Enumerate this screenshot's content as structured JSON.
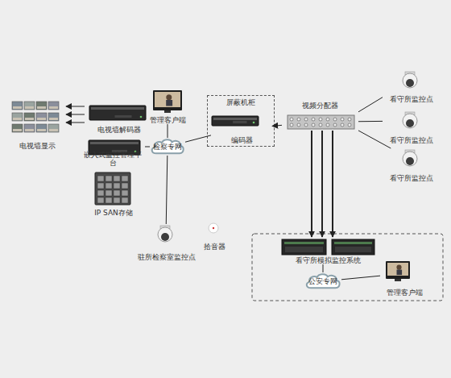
{
  "diagram": {
    "nodes": [
      {
        "text": [
          "电视墙显示"
        ]
      },
      {
        "text": [
          "电视墙解码器"
        ]
      },
      {
        "text": [
          "管理客户端"
        ]
      },
      {
        "text": [
          "嵌入式监控管理平台"
        ]
      },
      {
        "text": [
          "IP SAN存储"
        ]
      },
      {
        "text": [
          "检察专网"
        ]
      },
      {
        "text": [
          "驻所检察室监控点"
        ]
      },
      {
        "text": [
          "拾音器"
        ]
      },
      {
        "text": [
          "屏蔽机柜"
        ]
      },
      {
        "text": [
          "编码器"
        ],
        "in": 8
      },
      {
        "text": [
          "视频分配器"
        ]
      },
      {
        "text": [
          "看守所监控点"
        ]
      },
      {
        "text": [
          "看守所监控点"
        ]
      },
      {
        "text": [
          "看守所监控点"
        ]
      },
      {
        "text": [
          "看守所模拟监控系统"
        ]
      },
      {
        "text": [
          "公安专网"
        ]
      },
      {
        "text": [
          "管理客户端"
        ]
      }
    ],
    "edges": [
      {
        "from": 1,
        "to": 0,
        "arrow": "to"
      },
      {
        "from": 1,
        "to": 0,
        "arrow": "to"
      },
      {
        "from": 1,
        "to": 0,
        "arrow": "to"
      },
      {
        "from": 2,
        "to": 5,
        "arrow": "none"
      },
      {
        "from": 3,
        "to": 5,
        "arrow": "none"
      },
      {
        "from": 5,
        "to": 9,
        "arrow": "none"
      },
      {
        "from": 5,
        "to": 6,
        "arrow": "none"
      },
      {
        "from": 10,
        "to": 9,
        "arrow": "to"
      },
      {
        "from": 11,
        "to": 10,
        "arrow": "none"
      },
      {
        "from": 12,
        "to": 10,
        "arrow": "none"
      },
      {
        "from": 13,
        "to": 10,
        "arrow": "none"
      },
      {
        "from": 10,
        "to": 14,
        "arrow": "to"
      },
      {
        "from": 10,
        "to": 14,
        "arrow": "to"
      },
      {
        "from": 10,
        "to": 14,
        "arrow": "to"
      },
      {
        "from": 14,
        "to": 15,
        "arrow": "none"
      },
      {
        "from": 15,
        "to": 16,
        "arrow": "none"
      }
    ]
  }
}
